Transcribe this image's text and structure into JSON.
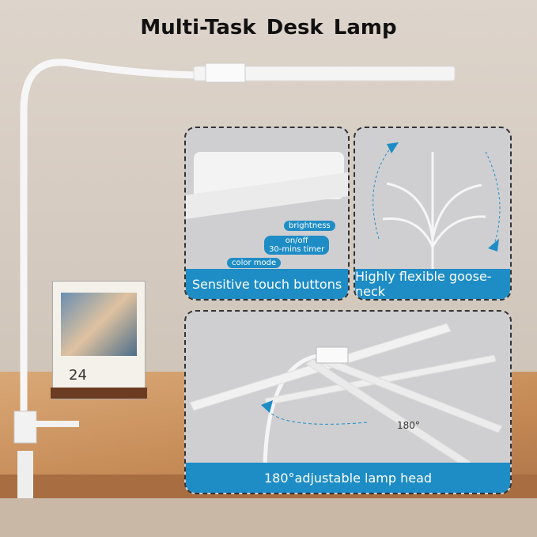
{
  "title": "Multi-Task  Desk Lamp",
  "panels": [
    {
      "caption": "Sensitive touch buttons",
      "labels": {
        "brightness": "brightness",
        "onoff": "on/off",
        "timer": "30-mins timer",
        "color_mode": "color mode"
      }
    },
    {
      "caption": "Highly flexible goose-neck"
    },
    {
      "caption": "180°adjustable lamp head",
      "angle": "180°"
    }
  ],
  "calendar": {
    "day": "24"
  },
  "colors": {
    "accent": "#1e8dc6",
    "wood": "#c58a55",
    "wall": "#d8cec4"
  }
}
